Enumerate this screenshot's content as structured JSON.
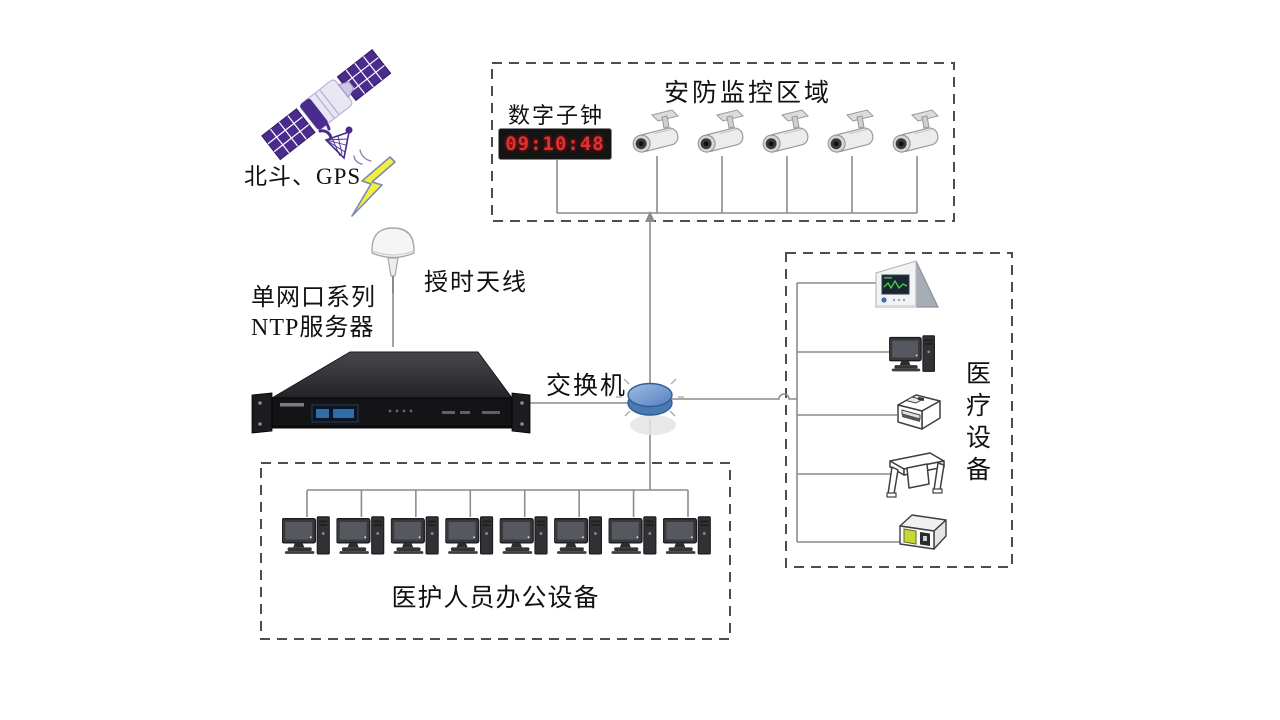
{
  "diagram": {
    "source": {
      "satellite_label": "北斗、GPS",
      "antenna_label": "授时天线"
    },
    "ntp_server": {
      "label_line1": "单网口系列",
      "label_line2": "NTP服务器"
    },
    "switch": {
      "label": "交换机"
    },
    "security_zone": {
      "title": "安防监控区域",
      "clock": {
        "label": "数字子钟",
        "time": "09:10:48"
      },
      "camera_count": 5
    },
    "medical_zone": {
      "title": "医疗设备",
      "title_chars": [
        "医",
        "疗",
        "设",
        "备"
      ],
      "devices": [
        "patient-monitor",
        "desktop-computer",
        "printer",
        "plotter",
        "analyzer"
      ]
    },
    "office_zone": {
      "title": "医护人员办公设备",
      "computer_count": 8
    },
    "colors": {
      "line": "#8c8c8c",
      "dashed_border": "#4d4d4d",
      "satellite_purple": "#4b2b8e",
      "lightning_yellow": "#f2ef3d",
      "switch_blue": "#6f9bcd",
      "clock_red": "#e23030"
    }
  }
}
